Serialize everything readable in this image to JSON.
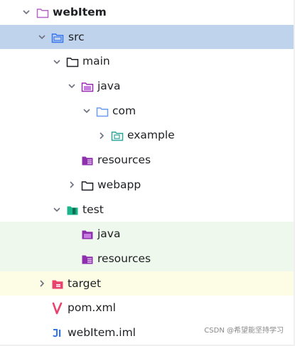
{
  "tree": {
    "root": {
      "label": "webItem"
    },
    "src": {
      "label": "src"
    },
    "main": {
      "label": "main"
    },
    "java": {
      "label": "java"
    },
    "com": {
      "label": "com"
    },
    "example": {
      "label": "example"
    },
    "resources": {
      "label": "resources"
    },
    "webapp": {
      "label": "webapp"
    },
    "test": {
      "label": "test"
    },
    "test_java": {
      "label": "java"
    },
    "test_resources": {
      "label": "resources"
    },
    "target": {
      "label": "target"
    },
    "pom": {
      "label": "pom.xml"
    },
    "iml": {
      "label": "webItem.iml"
    }
  },
  "watermark": "CSDN @希望能坚持学习",
  "colors": {
    "selection": "#c0d3ec",
    "test_background": "#eef8ec",
    "excluded_background": "#fdfde6"
  }
}
